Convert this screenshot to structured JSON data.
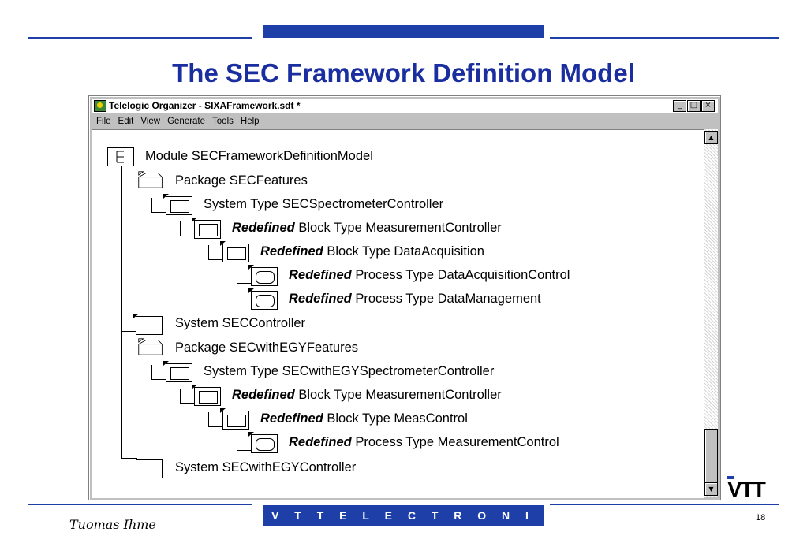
{
  "slide": {
    "title": "The SEC Framework Definition Model",
    "footer_center": "V T T   E L E C T R O N I C S",
    "author": "Tuomas Ihme",
    "page_number": "18",
    "logo_text": "VTT",
    "accent_color": "#1f3fa8"
  },
  "window": {
    "title": "Telelogic Organizer - SIXAFramework.sdt *",
    "buttons": {
      "minimize": "_",
      "maximize": "□",
      "close": "×"
    },
    "app_icon": "organizer-app-icon"
  },
  "menu": [
    {
      "label": "File"
    },
    {
      "label": "Edit"
    },
    {
      "label": "View"
    },
    {
      "label": "Generate"
    },
    {
      "label": "Tools"
    },
    {
      "label": "Help"
    }
  ],
  "scrollbar": {
    "up": "▲",
    "down": "▼"
  },
  "tree": [
    {
      "prefix": "",
      "text": "Module SECFrameworkDefinitionModel",
      "icon": "module-icon"
    },
    {
      "prefix": "",
      "text": "Package SECFeatures",
      "icon": "package-icon"
    },
    {
      "prefix": "",
      "text": "System Type SECSpectrometerController",
      "icon": "system-type-icon"
    },
    {
      "prefix": "Redefined",
      "text": " Block Type MeasurementController",
      "icon": "block-type-icon"
    },
    {
      "prefix": "Redefined",
      "text": " Block Type DataAcquisition",
      "icon": "block-type-icon"
    },
    {
      "prefix": "Redefined",
      "text": " Process Type DataAcquisitionControl",
      "icon": "process-type-icon"
    },
    {
      "prefix": "Redefined",
      "text": " Process Type DataManagement",
      "icon": "process-type-icon"
    },
    {
      "prefix": "",
      "text": "System SECController",
      "icon": "system-icon"
    },
    {
      "prefix": "",
      "text": "Package SECwithEGYFeatures",
      "icon": "package-icon"
    },
    {
      "prefix": "",
      "text": "System Type SECwithEGYSpectrometerController",
      "icon": "system-type-icon"
    },
    {
      "prefix": "Redefined",
      "text": " Block Type MeasurementController",
      "icon": "block-type-icon"
    },
    {
      "prefix": "Redefined",
      "text": " Block Type MeasControl",
      "icon": "block-type-icon"
    },
    {
      "prefix": "Redefined",
      "text": " Process Type MeasurementControl",
      "icon": "process-type-icon"
    },
    {
      "prefix": "",
      "text": "System SECwithEGYController",
      "icon": "system-icon"
    }
  ]
}
